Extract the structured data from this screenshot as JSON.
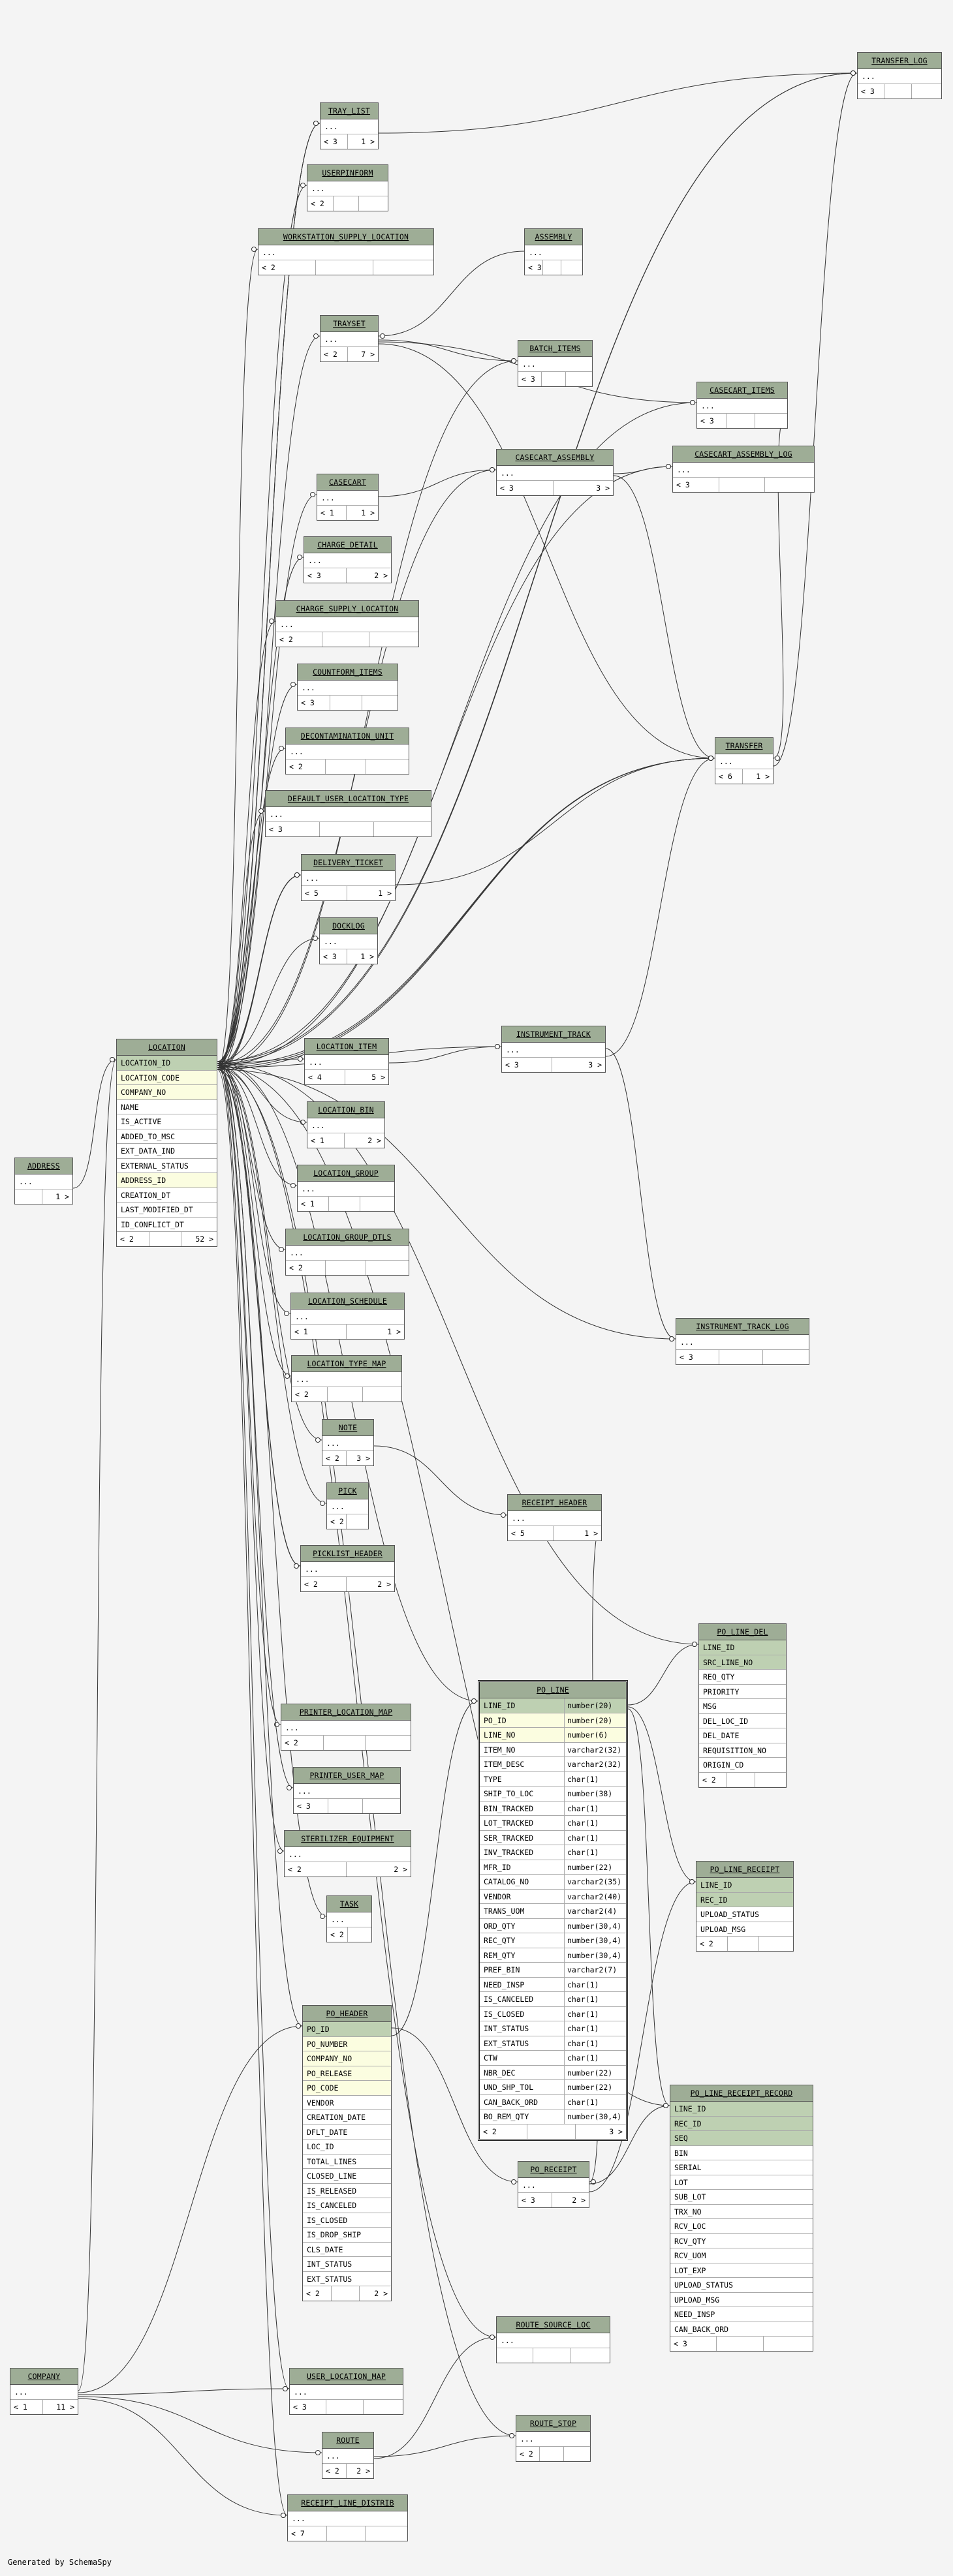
{
  "footer": "Generated by SchemaSpy",
  "tables": [
    {
      "id": "transfer_log",
      "name": "TRANSFER_LOG",
      "rows": [
        {
          "t": "..."
        }
      ],
      "foot": [
        "< 3",
        "",
        ""
      ]
    },
    {
      "id": "tray_list",
      "name": "TRAY_LIST",
      "rows": [
        {
          "t": "..."
        }
      ],
      "foot": [
        "< 3",
        "1 >"
      ]
    },
    {
      "id": "userpinform",
      "name": "USERPINFORM",
      "rows": [
        {
          "t": "..."
        }
      ],
      "foot": [
        "< 2",
        "",
        ""
      ]
    },
    {
      "id": "ws_supply_loc",
      "name": "WORKSTATION_SUPPLY_LOCATION",
      "rows": [
        {
          "t": "..."
        }
      ],
      "foot": [
        "< 2",
        "",
        ""
      ]
    },
    {
      "id": "assembly",
      "name": "ASSEMBLY",
      "rows": [
        {
          "t": "..."
        }
      ],
      "foot": [
        "< 3",
        "",
        ""
      ]
    },
    {
      "id": "trayset",
      "name": "TRAYSET",
      "rows": [
        {
          "t": "..."
        }
      ],
      "foot": [
        "< 2",
        "7 >"
      ]
    },
    {
      "id": "batch_items",
      "name": "BATCH_ITEMS",
      "rows": [
        {
          "t": "..."
        }
      ],
      "foot": [
        "< 3",
        "",
        ""
      ]
    },
    {
      "id": "casecart_items",
      "name": "CASECART_ITEMS",
      "rows": [
        {
          "t": "..."
        }
      ],
      "foot": [
        "< 3",
        "",
        ""
      ]
    },
    {
      "id": "casecart_assembly",
      "name": "CASECART_ASSEMBLY",
      "rows": [
        {
          "t": "..."
        }
      ],
      "foot": [
        "< 3",
        "3 >"
      ]
    },
    {
      "id": "casecart_assembly_log",
      "name": "CASECART_ASSEMBLY_LOG",
      "rows": [
        {
          "t": "..."
        }
      ],
      "foot": [
        "< 3",
        "",
        ""
      ]
    },
    {
      "id": "casecart",
      "name": "CASECART",
      "rows": [
        {
          "t": "..."
        }
      ],
      "foot": [
        "< 1",
        "1 >"
      ]
    },
    {
      "id": "charge_detail",
      "name": "CHARGE_DETAIL",
      "rows": [
        {
          "t": "..."
        }
      ],
      "foot": [
        "< 3",
        "2 >"
      ]
    },
    {
      "id": "charge_supply_loc",
      "name": "CHARGE_SUPPLY_LOCATION",
      "rows": [
        {
          "t": "..."
        }
      ],
      "foot": [
        "< 2",
        "",
        ""
      ]
    },
    {
      "id": "countform_items",
      "name": "COUNTFORM_ITEMS",
      "rows": [
        {
          "t": "..."
        }
      ],
      "foot": [
        "< 3",
        "",
        ""
      ]
    },
    {
      "id": "decon_unit",
      "name": "DECONTAMINATION_UNIT",
      "rows": [
        {
          "t": "..."
        }
      ],
      "foot": [
        "< 2",
        "",
        ""
      ]
    },
    {
      "id": "default_user_loc_type",
      "name": "DEFAULT_USER_LOCATION_TYPE",
      "rows": [
        {
          "t": "..."
        }
      ],
      "foot": [
        "< 3",
        "",
        ""
      ]
    },
    {
      "id": "transfer",
      "name": "TRANSFER",
      "rows": [
        {
          "t": "..."
        }
      ],
      "foot": [
        "< 6",
        "1 >"
      ]
    },
    {
      "id": "delivery_ticket",
      "name": "DELIVERY_TICKET",
      "rows": [
        {
          "t": "..."
        }
      ],
      "foot": [
        "< 5",
        "1 >"
      ]
    },
    {
      "id": "docklog",
      "name": "DOCKLOG",
      "rows": [
        {
          "t": "..."
        }
      ],
      "foot": [
        "< 3",
        "1 >"
      ]
    },
    {
      "id": "location",
      "name": "LOCATION",
      "rows": [
        {
          "t": "LOCATION_ID",
          "k": "pk"
        },
        {
          "t": "LOCATION_CODE",
          "k": "fk"
        },
        {
          "t": "COMPANY_NO",
          "k": "fk"
        },
        {
          "t": "NAME"
        },
        {
          "t": "IS_ACTIVE"
        },
        {
          "t": "ADDED_TO_MSC"
        },
        {
          "t": "EXT_DATA_IND"
        },
        {
          "t": "EXTERNAL_STATUS"
        },
        {
          "t": "ADDRESS_ID",
          "k": "fk"
        },
        {
          "t": "CREATION_DT"
        },
        {
          "t": "LAST_MODIFIED_DT"
        },
        {
          "t": "ID_CONFLICT_DT"
        }
      ],
      "foot": [
        "< 2",
        "",
        "52 >"
      ]
    },
    {
      "id": "location_item",
      "name": "LOCATION_ITEM",
      "rows": [
        {
          "t": "..."
        }
      ],
      "foot": [
        "< 4",
        "5 >"
      ]
    },
    {
      "id": "instrument_track",
      "name": "INSTRUMENT_TRACK",
      "rows": [
        {
          "t": "..."
        }
      ],
      "foot": [
        "< 3",
        "3 >"
      ]
    },
    {
      "id": "location_bin",
      "name": "LOCATION_BIN",
      "rows": [
        {
          "t": "..."
        }
      ],
      "foot": [
        "< 1",
        "2 >"
      ]
    },
    {
      "id": "address",
      "name": "ADDRESS",
      "rows": [
        {
          "t": "..."
        }
      ],
      "foot": [
        "",
        "1 >"
      ]
    },
    {
      "id": "location_group",
      "name": "LOCATION_GROUP",
      "rows": [
        {
          "t": "..."
        }
      ],
      "foot": [
        "< 1",
        "",
        ""
      ]
    },
    {
      "id": "location_group_dtls",
      "name": "LOCATION_GROUP_DTLS",
      "rows": [
        {
          "t": "..."
        }
      ],
      "foot": [
        "< 2",
        "",
        ""
      ]
    },
    {
      "id": "location_schedule",
      "name": "LOCATION_SCHEDULE",
      "rows": [
        {
          "t": "..."
        }
      ],
      "foot": [
        "< 1",
        "1 >"
      ]
    },
    {
      "id": "instrument_track_log",
      "name": "INSTRUMENT_TRACK_LOG",
      "rows": [
        {
          "t": "..."
        }
      ],
      "foot": [
        "< 3",
        "",
        ""
      ]
    },
    {
      "id": "location_type_map",
      "name": "LOCATION_TYPE_MAP",
      "rows": [
        {
          "t": "..."
        }
      ],
      "foot": [
        "< 2",
        "",
        ""
      ]
    },
    {
      "id": "note",
      "name": "NOTE",
      "rows": [
        {
          "t": "..."
        }
      ],
      "foot": [
        "< 2",
        "3 >"
      ]
    },
    {
      "id": "pick",
      "name": "PICK",
      "rows": [
        {
          "t": "..."
        }
      ],
      "foot": [
        "< 2",
        ""
      ]
    },
    {
      "id": "receipt_header",
      "name": "RECEIPT_HEADER",
      "rows": [
        {
          "t": "..."
        }
      ],
      "foot": [
        "< 5",
        "1 >"
      ]
    },
    {
      "id": "picklist_header",
      "name": "PICKLIST_HEADER",
      "rows": [
        {
          "t": "..."
        }
      ],
      "foot": [
        "< 2",
        "2 >"
      ]
    },
    {
      "id": "po_line_del",
      "name": "PO_LINE_DEL",
      "rows": [
        {
          "t": "LINE_ID",
          "k": "pk"
        },
        {
          "t": "SRC_LINE_NO",
          "k": "pk"
        },
        {
          "t": "REQ_QTY"
        },
        {
          "t": "PRIORITY"
        },
        {
          "t": "MSG"
        },
        {
          "t": "DEL_LOC_ID"
        },
        {
          "t": "DEL_DATE"
        },
        {
          "t": "REQUISITION_NO"
        },
        {
          "t": "ORIGIN_CD"
        }
      ],
      "foot": [
        "< 2",
        "",
        ""
      ]
    },
    {
      "id": "po_line",
      "name": "PO_LINE",
      "rows": [
        {
          "t": "LINE_ID",
          "ty": "number(20)",
          "k": "pk"
        },
        {
          "t": "PO_ID",
          "ty": "number(20)",
          "k": "fk"
        },
        {
          "t": "LINE_NO",
          "ty": "number(6)",
          "k": "fk"
        },
        {
          "t": "ITEM_NO",
          "ty": "varchar2(32)"
        },
        {
          "t": "ITEM_DESC",
          "ty": "varchar2(32)"
        },
        {
          "t": "TYPE",
          "ty": "char(1)"
        },
        {
          "t": "SHIP_TO_LOC",
          "ty": "number(38)"
        },
        {
          "t": "BIN_TRACKED",
          "ty": "char(1)"
        },
        {
          "t": "LOT_TRACKED",
          "ty": "char(1)"
        },
        {
          "t": "SER_TRACKED",
          "ty": "char(1)"
        },
        {
          "t": "INV_TRACKED",
          "ty": "char(1)"
        },
        {
          "t": "MFR_ID",
          "ty": "number(22)"
        },
        {
          "t": "CATALOG_NO",
          "ty": "varchar2(35)"
        },
        {
          "t": "VENDOR",
          "ty": "varchar2(40)"
        },
        {
          "t": "TRANS_UOM",
          "ty": "varchar2(4)"
        },
        {
          "t": "ORD_QTY",
          "ty": "number(30,4)"
        },
        {
          "t": "REC_QTY",
          "ty": "number(30,4)"
        },
        {
          "t": "REM_QTY",
          "ty": "number(30,4)"
        },
        {
          "t": "PREF_BIN",
          "ty": "varchar2(7)"
        },
        {
          "t": "NEED_INSP",
          "ty": "char(1)"
        },
        {
          "t": "IS_CANCELED",
          "ty": "char(1)"
        },
        {
          "t": "IS_CLOSED",
          "ty": "char(1)"
        },
        {
          "t": "INT_STATUS",
          "ty": "char(1)"
        },
        {
          "t": "EXT_STATUS",
          "ty": "char(1)"
        },
        {
          "t": "CTW",
          "ty": "char(1)"
        },
        {
          "t": "NBR_DEC",
          "ty": "number(22)"
        },
        {
          "t": "UND_SHP_TOL",
          "ty": "number(22)"
        },
        {
          "t": "CAN_BACK_ORD",
          "ty": "char(1)"
        },
        {
          "t": "BO_REM_QTY",
          "ty": "number(30,4)"
        }
      ],
      "foot": [
        "< 2",
        "",
        "3 >"
      ]
    },
    {
      "id": "printer_location_map",
      "name": "PRINTER_LOCATION_MAP",
      "rows": [
        {
          "t": "..."
        }
      ],
      "foot": [
        "< 2",
        "",
        ""
      ]
    },
    {
      "id": "po_line_receipt",
      "name": "PO_LINE_RECEIPT",
      "rows": [
        {
          "t": "LINE_ID",
          "k": "pk"
        },
        {
          "t": "REC_ID",
          "k": "pk"
        },
        {
          "t": "UPLOAD_STATUS"
        },
        {
          "t": "UPLOAD_MSG"
        }
      ],
      "foot": [
        "< 2",
        "",
        ""
      ]
    },
    {
      "id": "printer_user_map",
      "name": "PRINTER_USER_MAP",
      "rows": [
        {
          "t": "..."
        }
      ],
      "foot": [
        "< 3",
        "",
        ""
      ]
    },
    {
      "id": "sterilizer_equipment",
      "name": "STERILIZER_EQUIPMENT",
      "rows": [
        {
          "t": "..."
        }
      ],
      "foot": [
        "< 2",
        "2 >"
      ]
    },
    {
      "id": "task",
      "name": "TASK",
      "rows": [
        {
          "t": "..."
        }
      ],
      "foot": [
        "< 2",
        ""
      ]
    },
    {
      "id": "po_header",
      "name": "PO_HEADER",
      "rows": [
        {
          "t": "PO_ID",
          "k": "pk"
        },
        {
          "t": "PO_NUMBER",
          "k": "fk"
        },
        {
          "t": "COMPANY_NO",
          "k": "fk"
        },
        {
          "t": "PO_RELEASE",
          "k": "fk"
        },
        {
          "t": "PO_CODE",
          "k": "fk"
        },
        {
          "t": "VENDOR"
        },
        {
          "t": "CREATION_DATE"
        },
        {
          "t": "DFLT_DATE"
        },
        {
          "t": "LOC_ID"
        },
        {
          "t": "TOTAL_LINES"
        },
        {
          "t": "CLOSED_LINE"
        },
        {
          "t": "IS_RELEASED"
        },
        {
          "t": "IS_CANCELED"
        },
        {
          "t": "IS_CLOSED"
        },
        {
          "t": "IS_DROP_SHIP"
        },
        {
          "t": "CLS_DATE"
        },
        {
          "t": "INT_STATUS"
        },
        {
          "t": "EXT_STATUS"
        }
      ],
      "foot": [
        "< 2",
        "",
        "2 >"
      ]
    },
    {
      "id": "po_line_receipt_record",
      "name": "PO_LINE_RECEIPT_RECORD",
      "rows": [
        {
          "t": "LINE_ID",
          "k": "pk"
        },
        {
          "t": "REC_ID",
          "k": "pk"
        },
        {
          "t": "SEQ",
          "k": "pk"
        },
        {
          "t": "BIN"
        },
        {
          "t": "SERIAL"
        },
        {
          "t": "LOT"
        },
        {
          "t": "SUB_LOT"
        },
        {
          "t": "TRX_NO"
        },
        {
          "t": "RCV_LOC"
        },
        {
          "t": "RCV_QTY"
        },
        {
          "t": "RCV_UOM"
        },
        {
          "t": "LOT_EXP"
        },
        {
          "t": "UPLOAD_STATUS"
        },
        {
          "t": "UPLOAD_MSG"
        },
        {
          "t": "NEED_INSP"
        },
        {
          "t": "CAN_BACK_ORD"
        }
      ],
      "foot": [
        "< 3",
        "",
        ""
      ]
    },
    {
      "id": "po_receipt",
      "name": "PO_RECEIPT",
      "rows": [
        {
          "t": "..."
        }
      ],
      "foot": [
        "< 3",
        "2 >"
      ]
    },
    {
      "id": "route_source_loc",
      "name": "ROUTE_SOURCE_LOC",
      "rows": [
        {
          "t": "..."
        }
      ],
      "foot": [
        "",
        "",
        ""
      ]
    },
    {
      "id": "company",
      "name": "COMPANY",
      "rows": [
        {
          "t": "..."
        }
      ],
      "foot": [
        "< 1",
        "11 >"
      ]
    },
    {
      "id": "user_location_map",
      "name": "USER_LOCATION_MAP",
      "rows": [
        {
          "t": "..."
        }
      ],
      "foot": [
        "< 3",
        "",
        ""
      ]
    },
    {
      "id": "route_stop",
      "name": "ROUTE_STOP",
      "rows": [
        {
          "t": "..."
        }
      ],
      "foot": [
        "< 2",
        "",
        ""
      ]
    },
    {
      "id": "route",
      "name": "ROUTE",
      "rows": [
        {
          "t": "..."
        }
      ],
      "foot": [
        "< 2",
        "2 >"
      ]
    },
    {
      "id": "receipt_line_distrib",
      "name": "RECEIPT_LINE_DISTRIB",
      "rows": [
        {
          "t": "..."
        }
      ],
      "foot": [
        "< 7",
        "",
        ""
      ]
    }
  ]
}
